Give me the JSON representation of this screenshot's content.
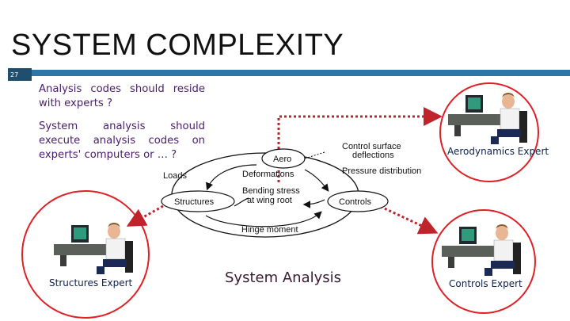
{
  "slide": {
    "title": "SYSTEM COMPLEXITY",
    "number": "27",
    "text1": "Analysis codes should reside with experts ?",
    "text2": "System analysis should execute analysis codes on experts' computers or … ?",
    "system_label": "System Analysis"
  },
  "experts": {
    "aero": "Aerodynamics Expert",
    "structures": "Structures Expert",
    "controls": "Controls Expert"
  },
  "diagram": {
    "nodes": {
      "aero": "Aero",
      "structures": "Structures",
      "controls": "Controls"
    },
    "labels": {
      "loads": "Loads",
      "deformations": "Deformations",
      "control_surface_1": "Control surface",
      "control_surface_2": "deflections",
      "pressure": "Pressure distribution",
      "bending_1": "Bending stress",
      "bending_2": "at wing root",
      "hinge": "Hinge moment"
    }
  },
  "colors": {
    "accent_bar": "#2e75a8",
    "accent_dark": "#1f4e6e",
    "link_red": "#c0242a",
    "text_purple": "#4a1d6c"
  }
}
